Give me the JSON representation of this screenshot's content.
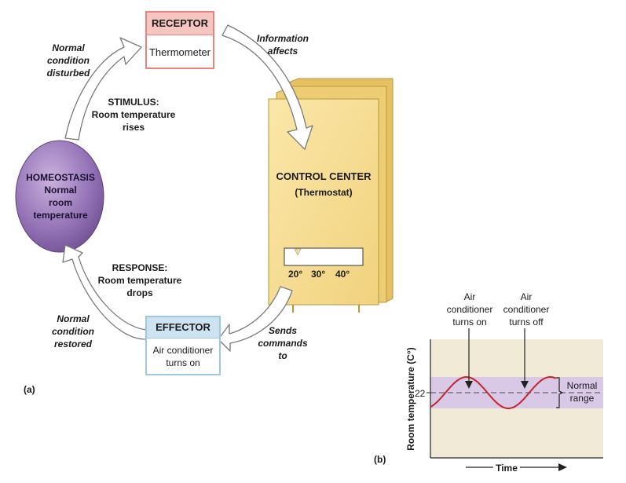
{
  "panel_a": {
    "label": "(a)",
    "receptor": {
      "title": "RECEPTOR",
      "body": "Thermometer"
    },
    "info_affects": [
      "Information",
      "affects"
    ],
    "control_center": {
      "title": "CONTROL CENTER",
      "subtitle": "(Thermostat)",
      "dial": [
        "20°",
        "30°",
        "40°"
      ]
    },
    "sends_commands": [
      "Sends",
      "commands",
      "to"
    ],
    "effector": {
      "title": "EFFECTOR",
      "body": [
        "Air conditioner",
        "turns on"
      ]
    },
    "response": [
      "RESPONSE:",
      "Room temperature",
      "drops"
    ],
    "normal_restored": [
      "Normal",
      "condition",
      "restored"
    ],
    "homeostasis": [
      "HOMEOSTASIS",
      "Normal",
      "room",
      "temperature"
    ],
    "normal_disturbed": [
      "Normal",
      "condition",
      "disturbed"
    ],
    "stimulus": [
      "STIMULUS:",
      "Room temperature",
      "rises"
    ],
    "colors": {
      "receptor": "#e8827c",
      "effector": "#9fc7e4",
      "thermostat": "#f5dc8f",
      "homeostasis": "#8a6aa8",
      "arrow_fill": "#ffffff",
      "arrow_stroke": "#777777"
    }
  },
  "panel_b": {
    "label": "(b)",
    "ac_on": [
      "Air",
      "conditioner",
      "turns on"
    ],
    "ac_off": [
      "Air",
      "conditioner",
      "turns off"
    ],
    "chart_data": {
      "type": "line",
      "ylabel": "Room temperature (C°)",
      "xlabel": "Time",
      "yticks": [
        22
      ],
      "set_point": 22,
      "normal_range_label": [
        "Normal",
        "range"
      ],
      "series": [
        {
          "shape": "sinusoid oscillating about 22 within the normal range",
          "color": "#c0272d"
        }
      ],
      "colors": {
        "background": "#f0ead6",
        "normal_range": "#d9c9e6",
        "set_point_line": "#666666"
      }
    }
  }
}
